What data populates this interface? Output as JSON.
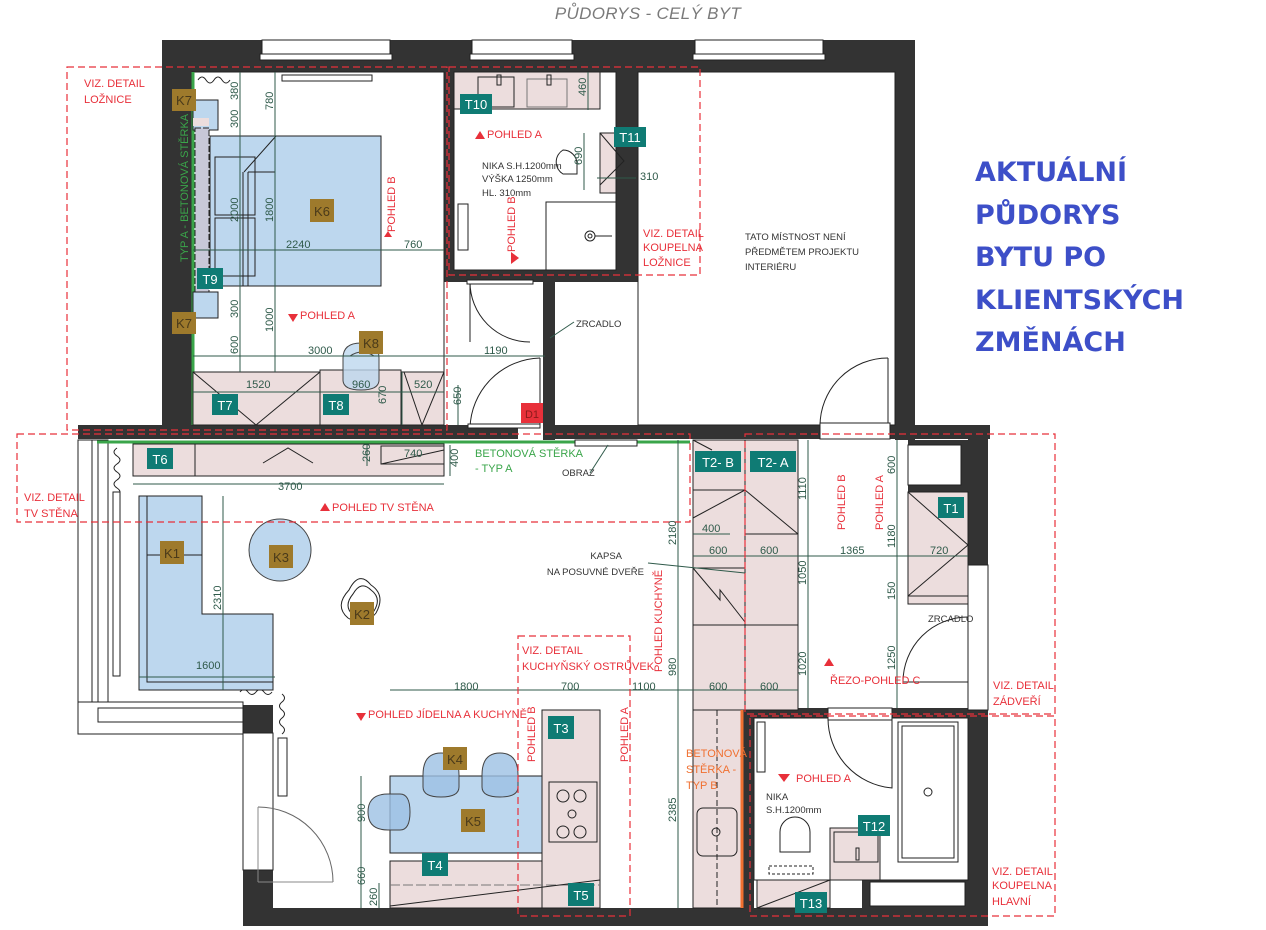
{
  "header": {
    "title": "PŮDORYS - CELÝ BYT"
  },
  "side_note": {
    "lines": [
      "AKTUÁLNÍ",
      "PŮDORYS",
      "BYTU PO",
      "KLIENTSKÝCH",
      "ZMĚNÁCH"
    ],
    "color": "#3d4fc8"
  },
  "colors": {
    "wall": "#333333",
    "furniture_fill": "#bdd7ee",
    "cabinet_fill": "#ecdddd",
    "tag_t": "#0f7b74",
    "tag_k": "#9e7a2c",
    "door_tag": "#e8303a",
    "detail_box": "#e8303a",
    "dimension": "#2f5a4a",
    "beton_a": "#3aa54a",
    "beton_b": "#f07030"
  },
  "detail_boxes": [
    {
      "id": "lozhnice",
      "lines": [
        "VIZ. DETAIL",
        "LOŽNICE"
      ]
    },
    {
      "id": "koupelna-loznice",
      "lines": [
        "VIZ. DETAIL",
        "KOUPELNA",
        "LOŽNICE"
      ]
    },
    {
      "id": "tv-stena",
      "lines": [
        "VIZ. DETAIL",
        "TV STĚNA"
      ]
    },
    {
      "id": "ostruvek",
      "lines": [
        "VIZ. DETAIL",
        "KUCHYŇSKÝ OSTRŮVEK"
      ]
    },
    {
      "id": "zadveri",
      "lines": [
        "VIZ. DETAIL",
        "ZÁDVEŘÍ"
      ]
    },
    {
      "id": "koupelna-hlavni",
      "lines": [
        "VIZ. DETAIL",
        "KOUPELNA",
        "HLAVNÍ"
      ]
    }
  ],
  "tags": {
    "T1": "T1",
    "T2A": "T2- A",
    "T2B": "T2- B",
    "T3": "T3",
    "T4": "T4",
    "T5": "T5",
    "T6": "T6",
    "T7": "T7",
    "T8": "T8",
    "T9": "T9",
    "T10": "T10",
    "T11": "T11",
    "T12": "T12",
    "T13": "T13",
    "K1": "K1",
    "K2": "K2",
    "K3": "K3",
    "K4": "K4",
    "K5": "K5",
    "K6": "K6",
    "K7a": "K7",
    "K7b": "K7",
    "K8": "K8",
    "D1": "D1"
  },
  "views": {
    "bedroom_a": "POHLED A",
    "bedroom_b": "POHLED B",
    "bath1_a": "POHLED A",
    "bath1_b": "POHLED B",
    "tv": "POHLED TV STĚNA",
    "kitchen": "POHLED KUCHYNĚ",
    "dining": "POHLED JÍDELNA A KUCHYNĚ",
    "island_b": "POHLED B",
    "island_a": "POHLED A",
    "hall_b": "POHLED B",
    "hall_a": "POHLED A",
    "hall_c": "ŘEZO-POHLED C",
    "bath2_a": "POHLED A"
  },
  "notes": {
    "beton_a_vertical": "TYP A - BETONOVÁ STĚRKA",
    "beton_a": [
      "BETONOVÁ STĚRKA",
      "- TYP A"
    ],
    "beton_b": [
      "BETONOVÁ",
      "STĚRKA -",
      "TYP B"
    ],
    "obraz": "OBRAZ",
    "zrcadlo_1": "ZRCADLO",
    "zrcadlo_2": "ZRCADLO",
    "kapsa": [
      "KAPSA",
      "NA POSUVNÉ DVEŘE"
    ],
    "nika_1": [
      "NIKA S.H.1200mm",
      "VÝŠKA 1250mm",
      "HL. 310mm"
    ],
    "nika_2": [
      "NIKA",
      "S.H.1200mm"
    ],
    "room_excluded": [
      "TATO MÍSTNOST NENÍ",
      "PŘEDMĚTEM PROJEKTU",
      "INTERIÉRU"
    ]
  },
  "dimensions": {
    "d380": "380",
    "d300a": "300",
    "d780": "780",
    "d2000": "2000",
    "d1800": "1800",
    "d2240": "2240",
    "d760": "760",
    "d300b": "300",
    "d1000": "1000",
    "d600": "600",
    "d3000": "3000",
    "d1190": "1190",
    "d1520": "1520",
    "d960": "960",
    "d520": "520",
    "d670": "670",
    "d650": "650",
    "d460": "460",
    "d690": "690",
    "d310": "310",
    "d260a": "260",
    "d740": "740",
    "d400a": "400",
    "d3700": "3700",
    "d2310": "2310",
    "d1600": "1600",
    "d2180": "2180",
    "d400b": "400",
    "d600k1": "600",
    "d600k2": "600",
    "d980": "980",
    "d2385": "2385",
    "d1800b": "1800",
    "d700": "700",
    "d1100": "1100",
    "d600k3": "600",
    "d600k4": "600",
    "d900": "900",
    "d660": "660",
    "d260b": "260",
    "d1110": "1110",
    "d1050": "1050",
    "d1020": "1020",
    "d1365": "1365",
    "d600h": "600",
    "d1180": "1180",
    "d720": "720",
    "d150": "150",
    "d1250": "1250"
  }
}
